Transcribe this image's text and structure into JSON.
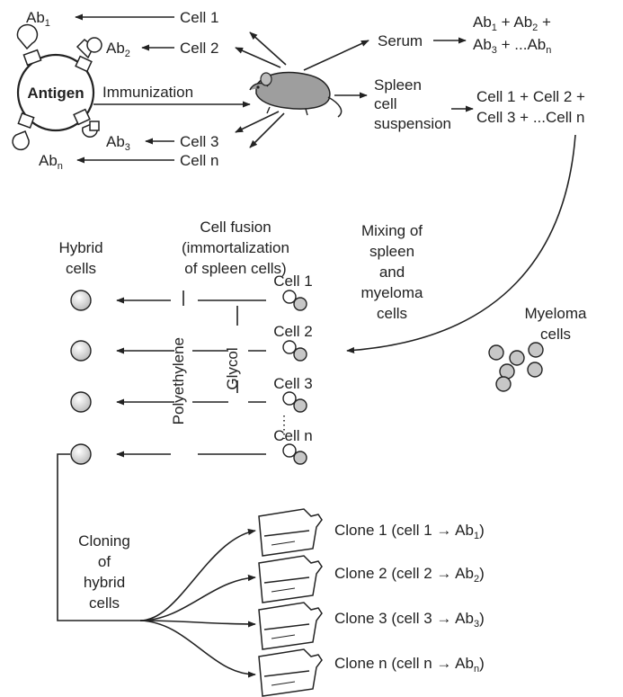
{
  "antigen": {
    "label": "Antigen",
    "immunization_label": "Immunization"
  },
  "antibodies": {
    "ab1": {
      "main": "Ab",
      "sub": "1"
    },
    "ab2": {
      "main": "Ab",
      "sub": "2"
    },
    "ab3": {
      "main": "Ab",
      "sub": "3"
    },
    "abn": {
      "main": "Ab",
      "sub": "n"
    }
  },
  "top_cells": {
    "cell1": "Cell 1",
    "cell2": "Cell 2",
    "cell3": "Cell 3",
    "celln": "Cell n"
  },
  "serum": {
    "label": "Serum",
    "line1": {
      "ab1": "Ab",
      "s1": "1",
      "plus1": " + Ab",
      "s2": "2",
      "plus2": " +"
    },
    "line2": {
      "ab3": "Ab",
      "s3": "3",
      "mid": " + ...Ab",
      "sn": "n"
    }
  },
  "spleen": {
    "label_lines": [
      "Spleen",
      "cell",
      "suspension"
    ],
    "result_lines": [
      "Cell 1 + Cell 2 +",
      "Cell 3 + ...Cell n"
    ]
  },
  "fusion": {
    "title_lines": [
      "Cell fusion",
      "(immortalization",
      "of spleen cells)"
    ],
    "hybrid_lines": [
      "Hybrid",
      "cells"
    ],
    "peg_word1": "Polyethylene",
    "peg_word2": "Glycol",
    "mixing_lines": [
      "Mixing of",
      "spleen",
      "and",
      "myeloma",
      "cells"
    ],
    "myeloma_lines": [
      "Myeloma",
      "cells"
    ],
    "cells": [
      "Cell 1",
      "Cell 2",
      "Cell 3",
      "Cell n"
    ]
  },
  "cloning": {
    "label_lines": [
      "Cloning",
      "of",
      "hybrid",
      "cells"
    ],
    "clones": [
      {
        "prefix": "Clone 1 (cell 1 → Ab",
        "sub": "1",
        "suffix": ")"
      },
      {
        "prefix": "Clone 2 (cell 2 → Ab",
        "sub": "2",
        "suffix": ")"
      },
      {
        "prefix": "Clone 3 (cell 3 → Ab",
        "sub": "3",
        "suffix": ")"
      },
      {
        "prefix": "Clone n (cell n → Ab",
        "sub": "n",
        "suffix": ")"
      }
    ]
  }
}
